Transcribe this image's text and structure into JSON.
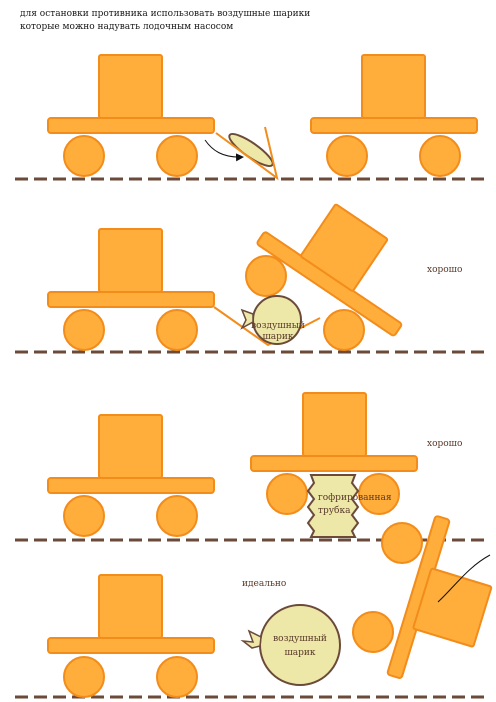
{
  "header": {
    "line1": "для остановки противника использовать воздушные шарики",
    "line2": "которые можно надувать лодочным насосом"
  },
  "panels": {
    "p2": {
      "balloon_line1": "воздушный",
      "balloon_line2": "шарик",
      "status": "хорошо"
    },
    "p3": {
      "tube_line1": "гофрированная",
      "tube_line2": "трубка",
      "status": "хорошо"
    },
    "p4": {
      "status": "идеально",
      "balloon_line1": "воздушный",
      "balloon_line2": "шарик"
    }
  },
  "colors": {
    "vehicle_fill": "#ffad3b",
    "vehicle_stroke": "#f28c1b",
    "ground": "#6b4a3a",
    "balloon_fill": "#ede8a8",
    "balloon_stroke": "#6b4a3a"
  }
}
